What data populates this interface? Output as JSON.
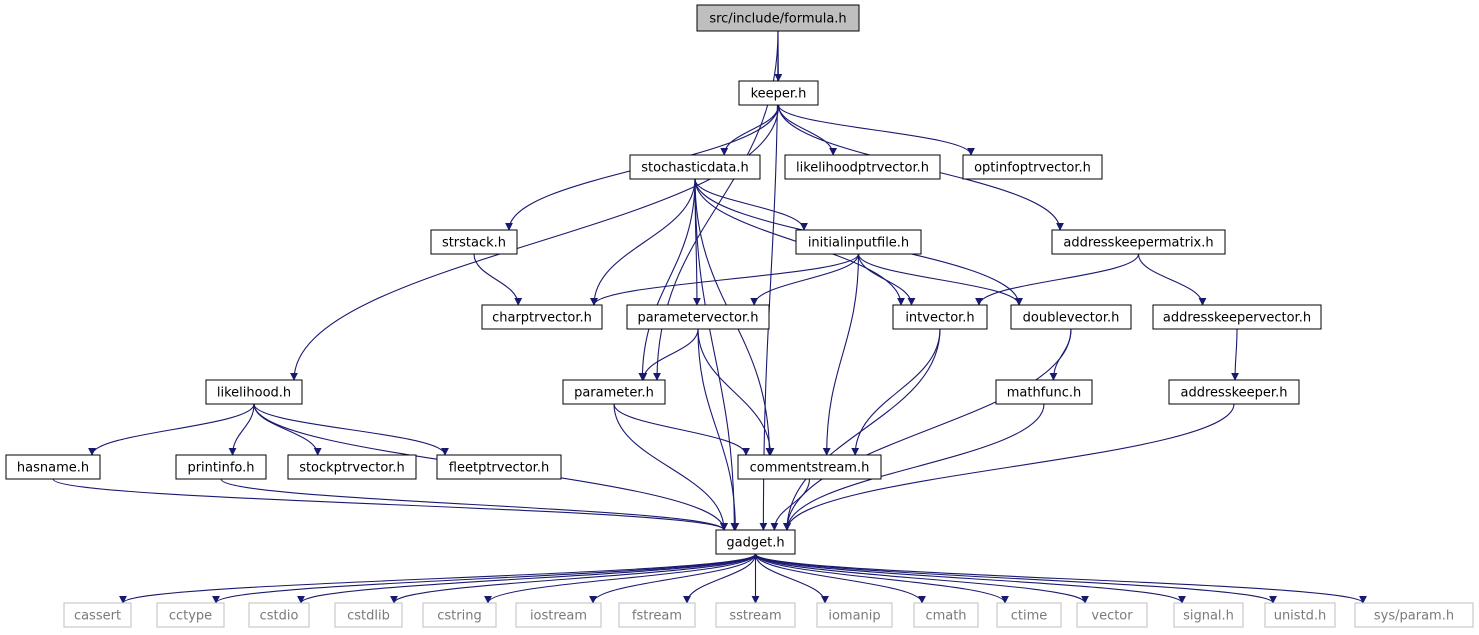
{
  "colors": {
    "edge": "#191970",
    "node_border": "#000000",
    "root_fill": "#bfbfbf",
    "system_border": "#bfbfbf",
    "system_text": "#7a7a7a",
    "background": "#ffffff"
  },
  "nodes": [
    {
      "id": "formula",
      "label": "src/include/formula.h",
      "kind": "root"
    },
    {
      "id": "keeper",
      "label": "keeper.h",
      "kind": "local"
    },
    {
      "id": "stochastic",
      "label": "stochasticdata.h",
      "kind": "local"
    },
    {
      "id": "likeptr",
      "label": "likelihoodptrvector.h",
      "kind": "local"
    },
    {
      "id": "optinfo",
      "label": "optinfoptrvector.h",
      "kind": "local"
    },
    {
      "id": "strstack",
      "label": "strstack.h",
      "kind": "local"
    },
    {
      "id": "initinput",
      "label": "initialinputfile.h",
      "kind": "local"
    },
    {
      "id": "addrmatrix",
      "label": "addresskeepermatrix.h",
      "kind": "local"
    },
    {
      "id": "charptr",
      "label": "charptrvector.h",
      "kind": "local"
    },
    {
      "id": "paramvec",
      "label": "parametervector.h",
      "kind": "local"
    },
    {
      "id": "intvec",
      "label": "intvector.h",
      "kind": "local"
    },
    {
      "id": "doublevec",
      "label": "doublevector.h",
      "kind": "local"
    },
    {
      "id": "addrvec",
      "label": "addresskeepervector.h",
      "kind": "local"
    },
    {
      "id": "likelihood",
      "label": "likelihood.h",
      "kind": "local"
    },
    {
      "id": "parameter",
      "label": "parameter.h",
      "kind": "local"
    },
    {
      "id": "mathfunc",
      "label": "mathfunc.h",
      "kind": "local"
    },
    {
      "id": "addrkeeper",
      "label": "addresskeeper.h",
      "kind": "local"
    },
    {
      "id": "hasname",
      "label": "hasname.h",
      "kind": "local"
    },
    {
      "id": "printinfo",
      "label": "printinfo.h",
      "kind": "local"
    },
    {
      "id": "stockptr",
      "label": "stockptrvector.h",
      "kind": "local"
    },
    {
      "id": "fleetptr",
      "label": "fleetptrvector.h",
      "kind": "local"
    },
    {
      "id": "comment",
      "label": "commentstream.h",
      "kind": "local"
    },
    {
      "id": "gadget",
      "label": "gadget.h",
      "kind": "local"
    },
    {
      "id": "cassert",
      "label": "cassert",
      "kind": "system"
    },
    {
      "id": "cctype",
      "label": "cctype",
      "kind": "system"
    },
    {
      "id": "cstdio",
      "label": "cstdio",
      "kind": "system"
    },
    {
      "id": "cstdlib",
      "label": "cstdlib",
      "kind": "system"
    },
    {
      "id": "cstring",
      "label": "cstring",
      "kind": "system"
    },
    {
      "id": "iostream",
      "label": "iostream",
      "kind": "system"
    },
    {
      "id": "fstream",
      "label": "fstream",
      "kind": "system"
    },
    {
      "id": "sstream",
      "label": "sstream",
      "kind": "system"
    },
    {
      "id": "iomanip",
      "label": "iomanip",
      "kind": "system"
    },
    {
      "id": "cmath",
      "label": "cmath",
      "kind": "system"
    },
    {
      "id": "ctime",
      "label": "ctime",
      "kind": "system"
    },
    {
      "id": "vector",
      "label": "vector",
      "kind": "system"
    },
    {
      "id": "signal",
      "label": "signal.h",
      "kind": "system"
    },
    {
      "id": "unistd",
      "label": "unistd.h",
      "kind": "system"
    },
    {
      "id": "sysparam",
      "label": "sys/param.h",
      "kind": "system"
    }
  ],
  "edges": [
    [
      "formula",
      "keeper"
    ],
    [
      "formula",
      "parameter"
    ],
    [
      "formula",
      "gadget"
    ],
    [
      "keeper",
      "stochastic"
    ],
    [
      "keeper",
      "likeptr"
    ],
    [
      "keeper",
      "optinfo"
    ],
    [
      "keeper",
      "strstack"
    ],
    [
      "keeper",
      "addrmatrix"
    ],
    [
      "keeper",
      "likelihood"
    ],
    [
      "stochastic",
      "initinput"
    ],
    [
      "stochastic",
      "charptr"
    ],
    [
      "stochastic",
      "paramvec"
    ],
    [
      "stochastic",
      "intvec"
    ],
    [
      "stochastic",
      "doublevec"
    ],
    [
      "stochastic",
      "parameter"
    ],
    [
      "stochastic",
      "comment"
    ],
    [
      "stochastic",
      "gadget"
    ],
    [
      "strstack",
      "charptr"
    ],
    [
      "initinput",
      "charptr"
    ],
    [
      "initinput",
      "paramvec"
    ],
    [
      "initinput",
      "intvec"
    ],
    [
      "initinput",
      "doublevec"
    ],
    [
      "initinput",
      "comment"
    ],
    [
      "addrmatrix",
      "intvec"
    ],
    [
      "addrmatrix",
      "addrvec"
    ],
    [
      "addrvec",
      "addrkeeper"
    ],
    [
      "paramvec",
      "parameter"
    ],
    [
      "paramvec",
      "comment"
    ],
    [
      "paramvec",
      "gadget"
    ],
    [
      "intvec",
      "comment"
    ],
    [
      "intvec",
      "gadget"
    ],
    [
      "doublevec",
      "mathfunc"
    ],
    [
      "doublevec",
      "gadget"
    ],
    [
      "likelihood",
      "hasname"
    ],
    [
      "likelihood",
      "printinfo"
    ],
    [
      "likelihood",
      "stockptr"
    ],
    [
      "likelihood",
      "fleetptr"
    ],
    [
      "likelihood",
      "gadget"
    ],
    [
      "parameter",
      "comment"
    ],
    [
      "parameter",
      "gadget"
    ],
    [
      "mathfunc",
      "gadget"
    ],
    [
      "addrkeeper",
      "gadget"
    ],
    [
      "hasname",
      "gadget"
    ],
    [
      "printinfo",
      "gadget"
    ],
    [
      "comment",
      "gadget"
    ],
    [
      "gadget",
      "cassert"
    ],
    [
      "gadget",
      "cctype"
    ],
    [
      "gadget",
      "cstdio"
    ],
    [
      "gadget",
      "cstdlib"
    ],
    [
      "gadget",
      "cstring"
    ],
    [
      "gadget",
      "iostream"
    ],
    [
      "gadget",
      "fstream"
    ],
    [
      "gadget",
      "sstream"
    ],
    [
      "gadget",
      "iomanip"
    ],
    [
      "gadget",
      "cmath"
    ],
    [
      "gadget",
      "ctime"
    ],
    [
      "gadget",
      "vector"
    ],
    [
      "gadget",
      "signal"
    ],
    [
      "gadget",
      "unistd"
    ],
    [
      "gadget",
      "sysparam"
    ]
  ]
}
